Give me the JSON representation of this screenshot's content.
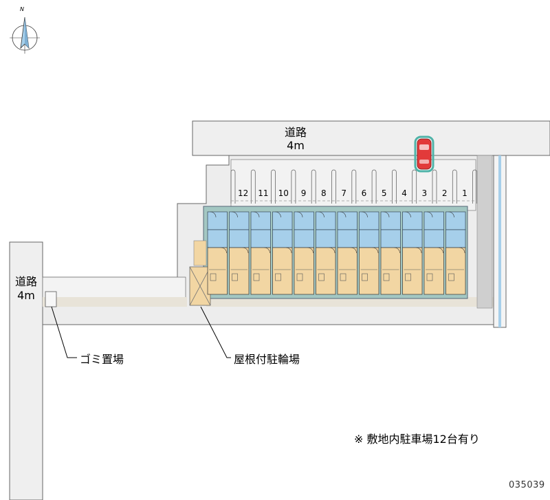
{
  "roads": {
    "top": {
      "name": "道路",
      "width": "4m"
    },
    "left": {
      "name": "道路",
      "width": "4m"
    }
  },
  "parking": {
    "spaces": [
      "12",
      "11",
      "10",
      "9",
      "8",
      "7",
      "6",
      "5",
      "4",
      "3",
      "2",
      "1"
    ],
    "occupied_space": "3"
  },
  "labels": {
    "garbage": "ゴミ置場",
    "bicycle": "屋根付駐輪場"
  },
  "note": "※ 敷地内駐車場12台有り",
  "code": "035039",
  "compass": "N",
  "colors": {
    "road": "#efefef",
    "lot": "#e6e6e6",
    "building_teal": "#a3c7c2",
    "room_blue": "#a6cfea",
    "room_tan": "#f2d6a3",
    "car": "#e23a3a",
    "car_outline": "#4fb3a8"
  }
}
